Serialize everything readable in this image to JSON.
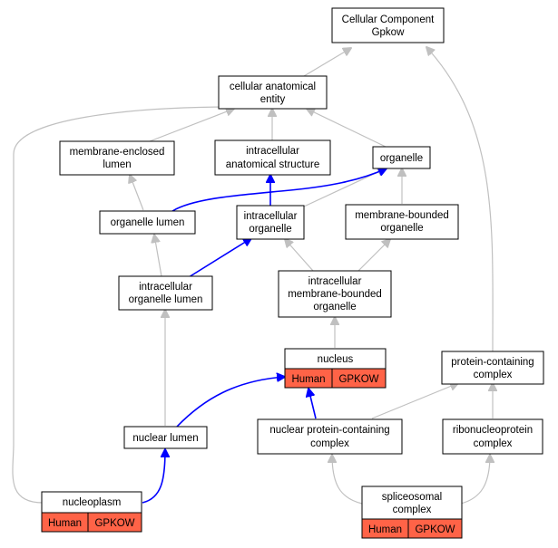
{
  "nodes": {
    "root": [
      "Cellular Component",
      "Gpkow"
    ],
    "cae": [
      "cellular anatomical",
      "entity"
    ],
    "mel": [
      "membrane-enclosed",
      "lumen"
    ],
    "ias": [
      "intracellular",
      "anatomical structure"
    ],
    "org": [
      "organelle"
    ],
    "orglumen": [
      "organelle lumen"
    ],
    "intorg": [
      "intracellular",
      "organelle"
    ],
    "mbo": [
      "membrane-bounded",
      "organelle"
    ],
    "iol": [
      "intracellular",
      "organelle lumen"
    ],
    "imbo": [
      "intracellular",
      "membrane-bounded",
      "organelle"
    ],
    "nucleus": [
      "nucleus"
    ],
    "pcc": [
      "protein-containing",
      "complex"
    ],
    "nuclum": [
      "nuclear lumen"
    ],
    "npcc": [
      "nuclear protein-containing",
      "complex"
    ],
    "rnp": [
      "ribonucleoprotein",
      "complex"
    ],
    "nucleoplasm": [
      "nucleoplasm"
    ],
    "splice": [
      "spliceosomal",
      "complex"
    ]
  },
  "tags": {
    "species": "Human",
    "gene": "GPKOW"
  },
  "colors": {
    "annotated_edge": "#0000ff",
    "is_a_edge": "#c0c0c0",
    "tag_fill": "#ff6347"
  }
}
